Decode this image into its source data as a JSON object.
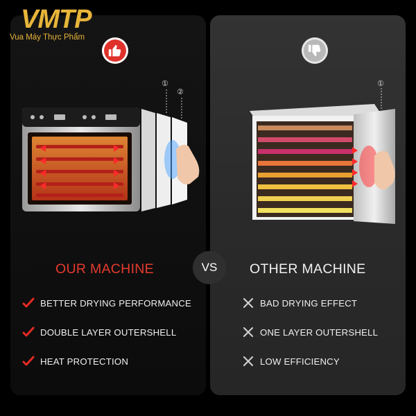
{
  "brand": {
    "logo_letters": "VMTP",
    "tagline": "Vua Máy Thực Phẩm",
    "color": "#e8b53a"
  },
  "left_panel": {
    "badge_icon": "thumbs-up-icon",
    "badge_color": "#e0312b",
    "layer_markers": [
      "①",
      "②"
    ],
    "heading": "OUR MACHINE",
    "heading_color": "#e73a2f",
    "features": [
      {
        "mark_icon": "red-check-icon",
        "text": "BETTER DRYING PERFORMANCE"
      },
      {
        "mark_icon": "red-check-icon",
        "text": "DOUBLE LAYER OUTERSHELL"
      },
      {
        "mark_icon": "red-check-icon",
        "text": "HEAT PROTECTION"
      }
    ]
  },
  "center": {
    "vs_label": "VS"
  },
  "right_panel": {
    "badge_icon": "thumbs-down-icon",
    "badge_color": "#b8b8b8",
    "layer_markers": [
      "①"
    ],
    "heading": "OTHER MACHINE",
    "heading_color": "#f2f2f2",
    "features": [
      {
        "mark_icon": "gray-x-icon",
        "text": "BAD DRYING EFFECT"
      },
      {
        "mark_icon": "gray-x-icon",
        "text": "ONE LAYER OUTERSHELL"
      },
      {
        "mark_icon": "gray-x-icon",
        "text": "LOW EFFICIENCY"
      }
    ]
  }
}
